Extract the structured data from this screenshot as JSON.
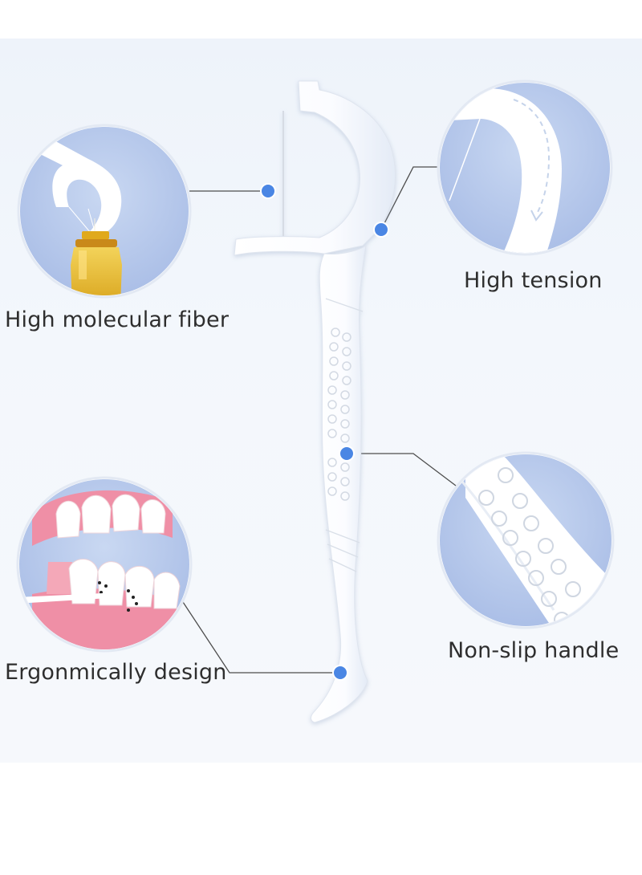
{
  "features": [
    {
      "label": "High molecular fiber"
    },
    {
      "label": "High tension"
    },
    {
      "label": "Ergonmically design"
    },
    {
      "label": "Non-slip handle"
    }
  ],
  "colors": {
    "accent_dot": "#4a86e4",
    "circle_fill": "#b7c9ea",
    "leader_line": "#4d4d4d",
    "background": "#eef3fa",
    "gum_pink": "#ef8fa6",
    "oil_yellow": "#e9c23a"
  }
}
